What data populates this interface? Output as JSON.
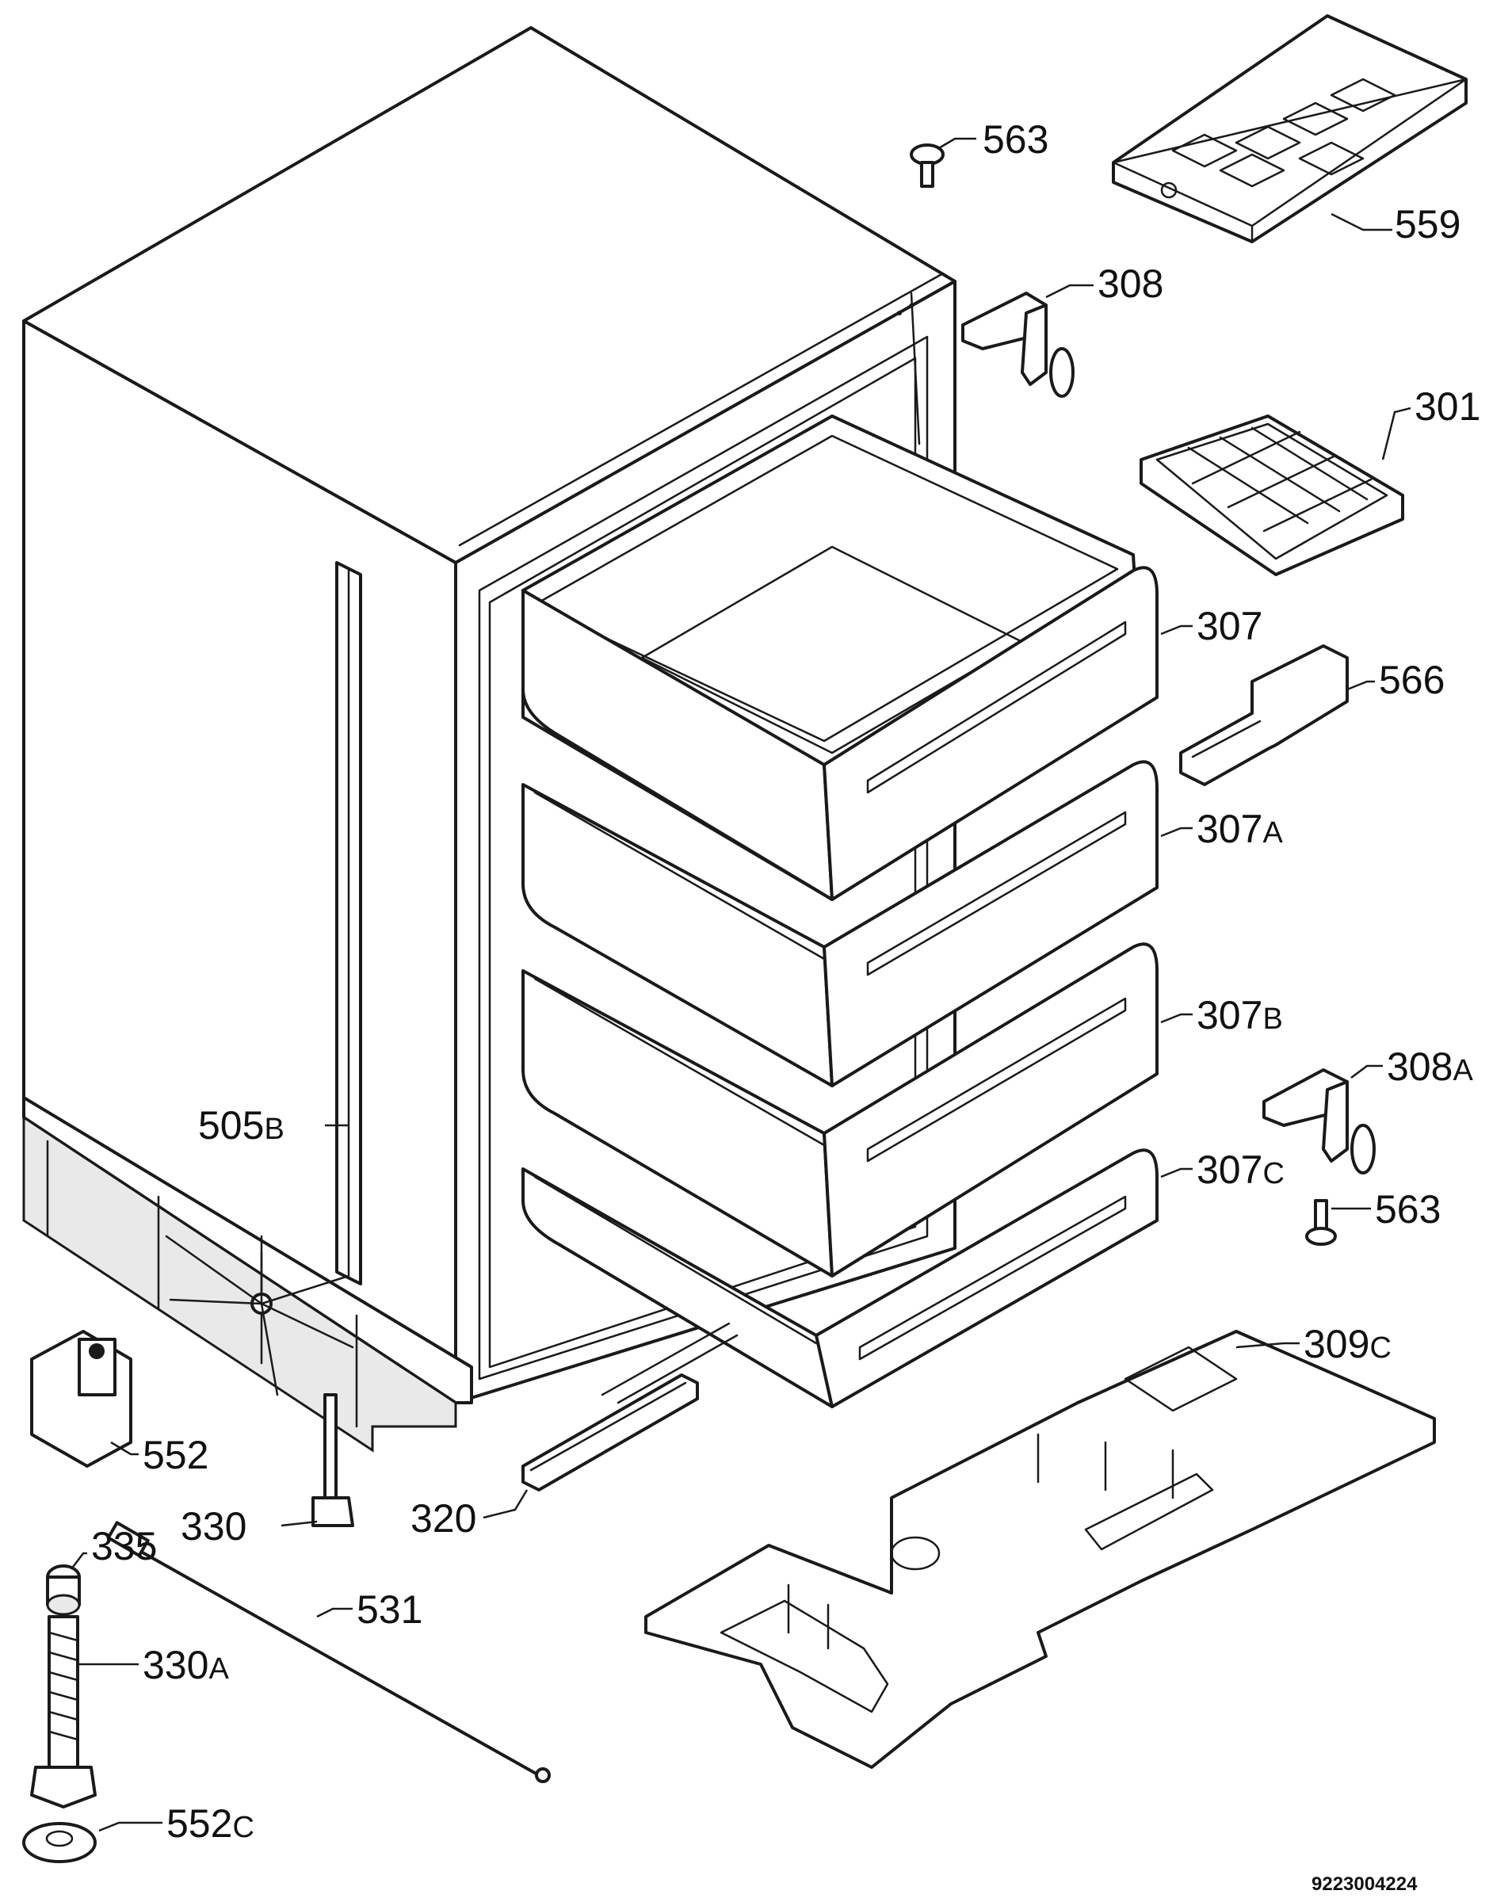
{
  "labels": {
    "563_top": "563",
    "559": "559",
    "308": "308",
    "301": "301",
    "307": "307",
    "566": "566",
    "307a": "307",
    "307a_sfx": "A",
    "307b": "307",
    "307b_sfx": "B",
    "308a": "308",
    "308a_sfx": "A",
    "307c": "307",
    "307c_sfx": "C",
    "563_bottom": "563",
    "505b": "505",
    "505b_sfx": "B",
    "309c": "309",
    "309c_sfx": "C",
    "552": "552",
    "335": "335",
    "330": "330",
    "320": "320",
    "531": "531",
    "330a": "330",
    "330a_sfx": "A",
    "552c": "552",
    "552c_sfx": "C"
  },
  "document_number": "9223004224"
}
